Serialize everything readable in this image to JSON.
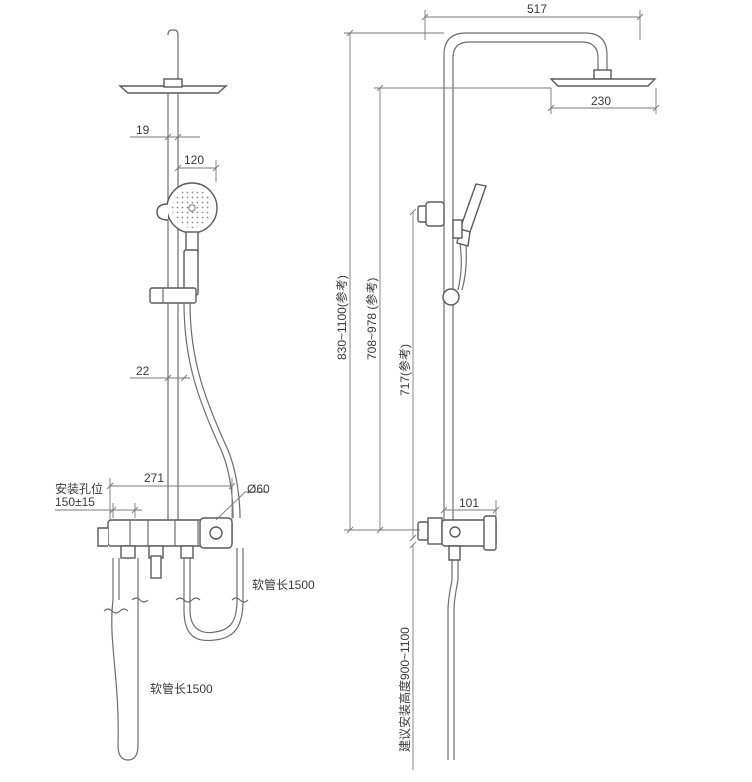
{
  "front_view": {
    "dims": {
      "pipe_diameter_top": "19",
      "handshower_width": "120",
      "slide_bar_offset": "22",
      "valve_length": "271",
      "install_hole_label": "安装孔位",
      "install_hole_value": "150±15",
      "knob_diameter": "Ø60"
    },
    "hose_right": "软管长1500",
    "hose_left": "软管长1500"
  },
  "side_view": {
    "dims": {
      "arm_reach": "517",
      "head_width": "230",
      "height_total": "830~1100(参考)",
      "height_to_head": "708~978 (参考)",
      "height_717": "717(参考)",
      "valve_depth": "101",
      "install_height": "建议安装高度900~1100"
    }
  }
}
